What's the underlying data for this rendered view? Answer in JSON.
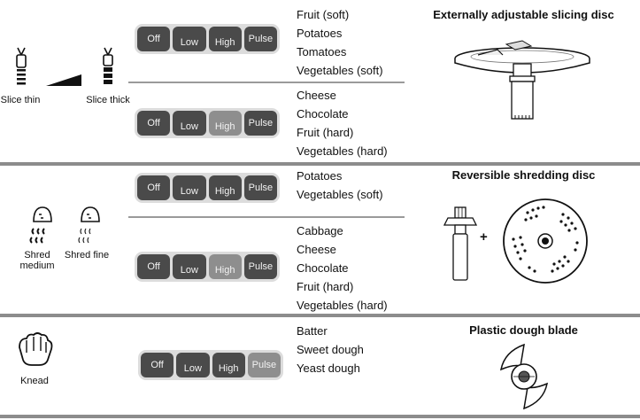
{
  "sections": [
    {
      "symbols": [
        {
          "icon": "slice-thin-icon",
          "label": "Slice thin"
        },
        {
          "icon": "slice-thick-icon",
          "label": "Slice thick"
        }
      ],
      "accessory_title": "Externally adjustable slicing disc",
      "groups": [
        {
          "selected": "Pulse",
          "foods": [
            "Fruit (soft)",
            "Potatoes",
            "Tomatoes",
            "Vegetables (soft)"
          ]
        },
        {
          "selected": "High",
          "foods": [
            "Cheese",
            "Chocolate",
            "Fruit (hard)",
            "Vegetables (hard)"
          ]
        }
      ]
    },
    {
      "symbols": [
        {
          "icon": "shred-medium-icon",
          "label": "Shred medium"
        },
        {
          "icon": "shred-fine-icon",
          "label": "Shred fine"
        }
      ],
      "accessory_title": "Reversible shredding disc",
      "groups": [
        {
          "selected": "Low",
          "foods": [
            "Potatoes",
            "Vegetables (soft)"
          ]
        },
        {
          "selected": "High",
          "foods": [
            "Cabbage",
            "Cheese",
            "Chocolate",
            "Fruit (hard)",
            "Vegetables (hard)"
          ]
        }
      ]
    },
    {
      "symbols": [
        {
          "icon": "knead-icon",
          "label": "Knead"
        }
      ],
      "accessory_title": "Plastic dough blade",
      "groups": [
        {
          "selected": "Pulse",
          "foods": [
            "Batter",
            "Sweet dough",
            "Yeast dough"
          ]
        }
      ]
    }
  ],
  "speed_labels": {
    "off": "Off",
    "low": "Low",
    "high": "High",
    "pulse": "Pulse"
  },
  "plus_sign": "+",
  "colors": {
    "button_dark": "#4a4a4a",
    "button_selected": "#8e8e8e",
    "separator": "#8c8c8c"
  }
}
